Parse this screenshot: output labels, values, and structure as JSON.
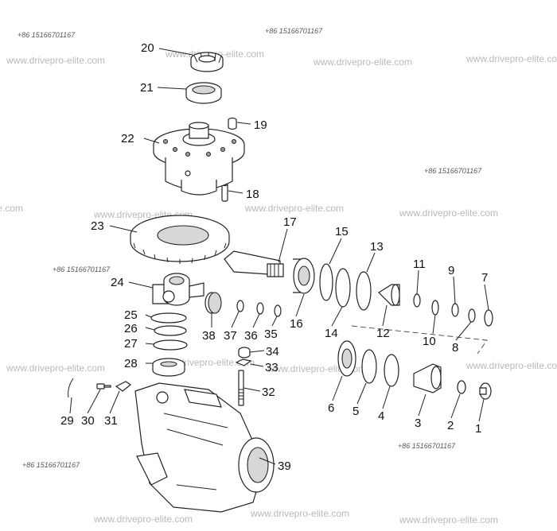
{
  "watermarks": {
    "site_text": "www.drivepro-elite.com",
    "phone_text": "+86 15166701167"
  },
  "part_labels": [
    "1",
    "2",
    "3",
    "4",
    "5",
    "6",
    "7",
    "8",
    "9",
    "10",
    "11",
    "12",
    "13",
    "14",
    "15",
    "16",
    "17",
    "18",
    "19",
    "20",
    "21",
    "22",
    "23",
    "24",
    "25",
    "26",
    "27",
    "28",
    "29",
    "30",
    "31",
    "32",
    "33",
    "34",
    "35",
    "36",
    "37",
    "38",
    "39"
  ],
  "colors": {
    "line": "#222222",
    "fill": "#ffffff",
    "shade": "#d7d7d7",
    "watermark": "#b9b9b9"
  }
}
